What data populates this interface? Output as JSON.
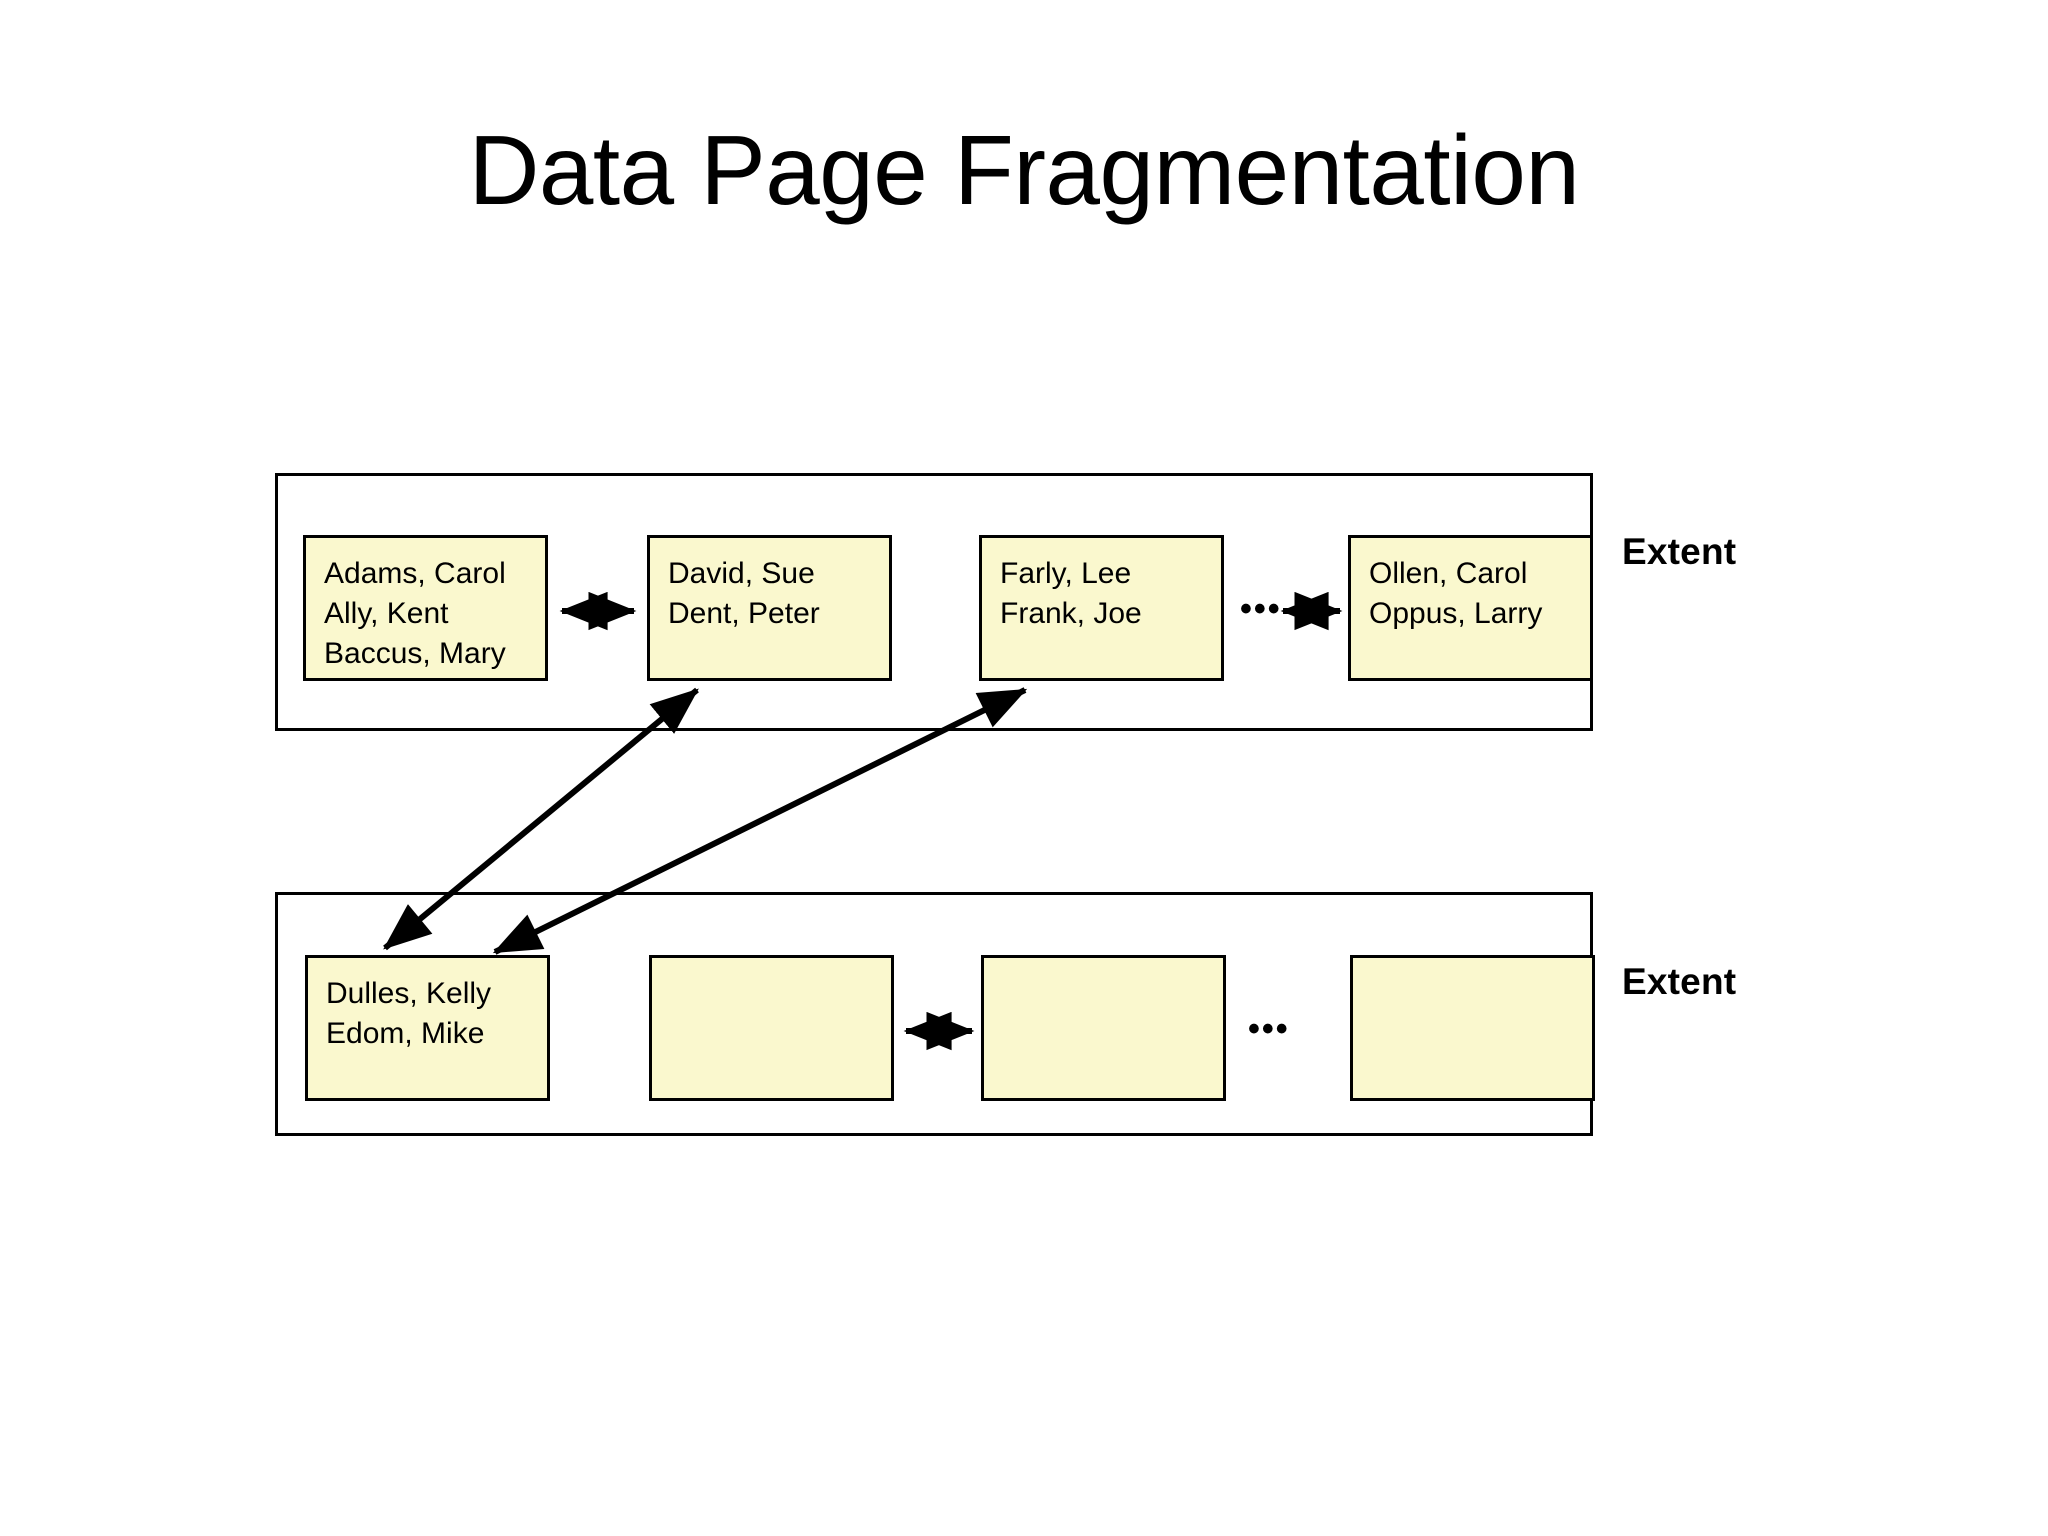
{
  "slide": {
    "title": "Data Page Fragmentation",
    "background_color": "#FFFFFF",
    "page_fill_color": "#FAF8CE",
    "outline_color": "#000000"
  },
  "extents": [
    {
      "label": "Extent",
      "pages": [
        {
          "lines": [
            "Adams, Carol",
            "Ally, Kent",
            "Baccus, Mary"
          ]
        },
        {
          "lines": [
            "David, Sue",
            "Dent, Peter"
          ]
        },
        {
          "lines": [
            "Farly, Lee",
            "Frank, Joe"
          ]
        },
        {
          "lines": [
            "Ollen, Carol",
            "Oppus, Larry"
          ]
        }
      ],
      "ellipsis": "•••"
    },
    {
      "label": "Extent",
      "pages": [
        {
          "lines": [
            "Dulles, Kelly",
            "Edom, Mike"
          ]
        },
        {
          "lines": [
            "",
            ""
          ]
        },
        {
          "lines": [
            "",
            ""
          ]
        },
        {
          "lines": [
            "",
            ""
          ]
        }
      ],
      "ellipsis": "•••"
    }
  ],
  "page_lines": {
    "r1c1_l1": "Adams, Carol",
    "r1c1_l2": "Ally, Kent",
    "r1c1_l3": "Baccus, Mary",
    "r1c2_l1": "David, Sue",
    "r1c2_l2": "Dent, Peter",
    "r1c3_l1": "Farly, Lee",
    "r1c3_l2": "Frank, Joe",
    "r1c4_l1": "Ollen, Carol",
    "r1c4_l2": "Oppus, Larry",
    "r2c1_l1": "Dulles, Kelly",
    "r2c1_l2": "Edom, Mike"
  },
  "connectors": [
    {
      "name": "row1-link-box1-box2",
      "kind": "double-arrow",
      "orientation": "horizontal"
    },
    {
      "name": "row1-link-box3-box4",
      "kind": "double-arrow",
      "orientation": "horizontal"
    },
    {
      "name": "row2-link-box2-box3",
      "kind": "double-arrow",
      "orientation": "horizontal"
    },
    {
      "name": "cross-extent-link-a",
      "kind": "double-arrow",
      "orientation": "diagonal"
    },
    {
      "name": "cross-extent-link-b",
      "kind": "double-arrow",
      "orientation": "diagonal"
    }
  ]
}
